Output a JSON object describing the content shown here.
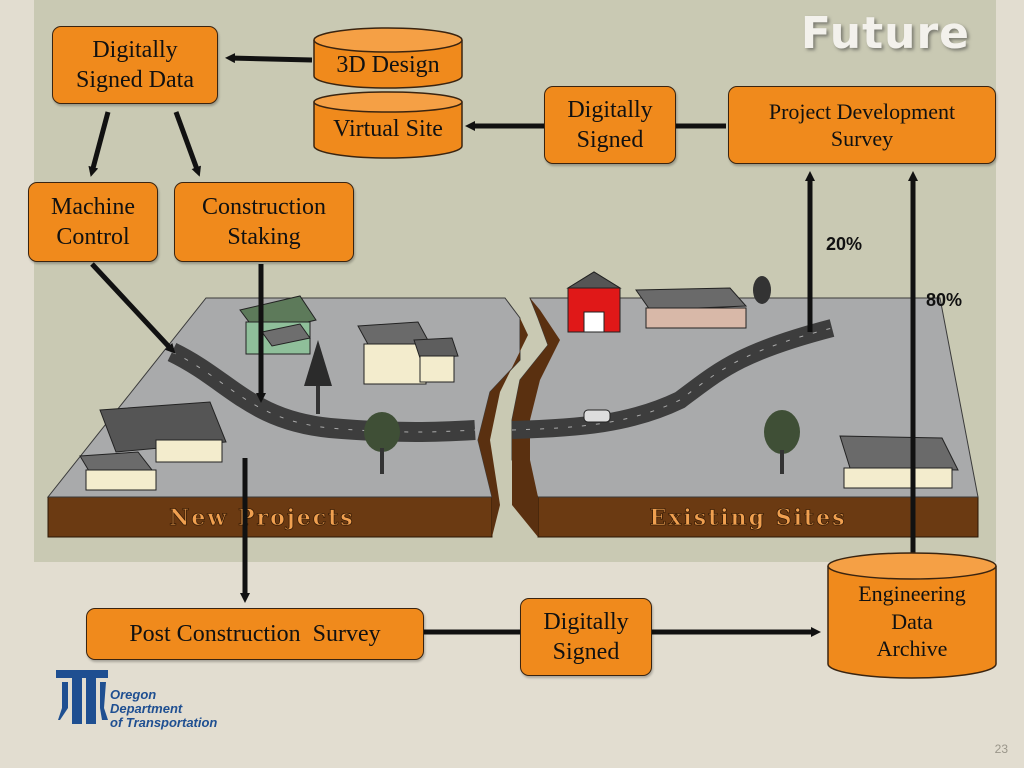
{
  "slide": {
    "title": "Future",
    "page_number": "23"
  },
  "boxes": {
    "digitally_signed_data": "Digitally\nSigned Data",
    "machine_control": "Machine\nControl",
    "construction_staking": "Construction\nStaking",
    "digitally_signed_top": "Digitally\nSigned",
    "project_development_survey": "Project Development\nSurvey",
    "post_construction_survey": "Post Construction  Survey",
    "digitally_signed_bottom": "Digitally\nSigned"
  },
  "cylinders": {
    "design_3d": "3D Design",
    "virtual_site": "Virtual Site",
    "engineering_archive": "Engineering\nData\nArchive"
  },
  "percentages": {
    "left_path": "20%",
    "right_path": "80%"
  },
  "plates": {
    "new_projects": "New Projects",
    "existing_sites": "Existing Sites"
  },
  "logo": {
    "line1": "Oregon",
    "line2": "Department",
    "line3": "of Transportation"
  },
  "colors": {
    "box_fill": "#f08a1c",
    "panel": "#c9c9b3",
    "background": "#e2ddd0",
    "logo_blue": "#1f4f91"
  }
}
